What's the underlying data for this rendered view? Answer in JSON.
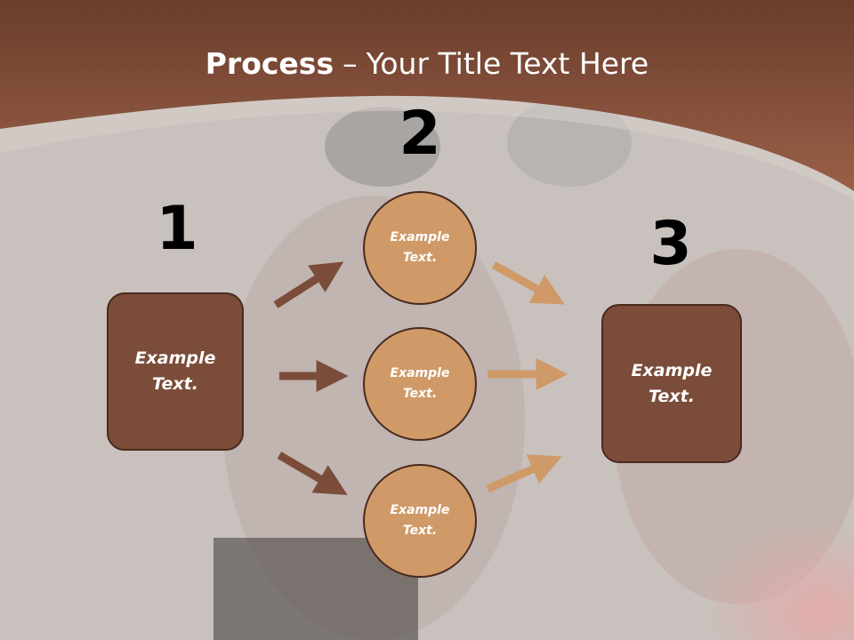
{
  "title": {
    "bold": "Process",
    "dash": "–",
    "rest": "Your Title Text Here"
  },
  "steps": {
    "one": "1",
    "two": "2",
    "three": "3"
  },
  "boxes": {
    "left": "Example Text.",
    "right": "Example Text."
  },
  "circles": {
    "top": "Example Text.",
    "middle": "Example Text.",
    "bottom": "Example Text."
  },
  "colors": {
    "header": "#8a5440",
    "box": "#7b4c39",
    "circle": "#cf9a68",
    "dark_arrow": "#7b4c39",
    "light_arrow": "#cf9a68"
  }
}
